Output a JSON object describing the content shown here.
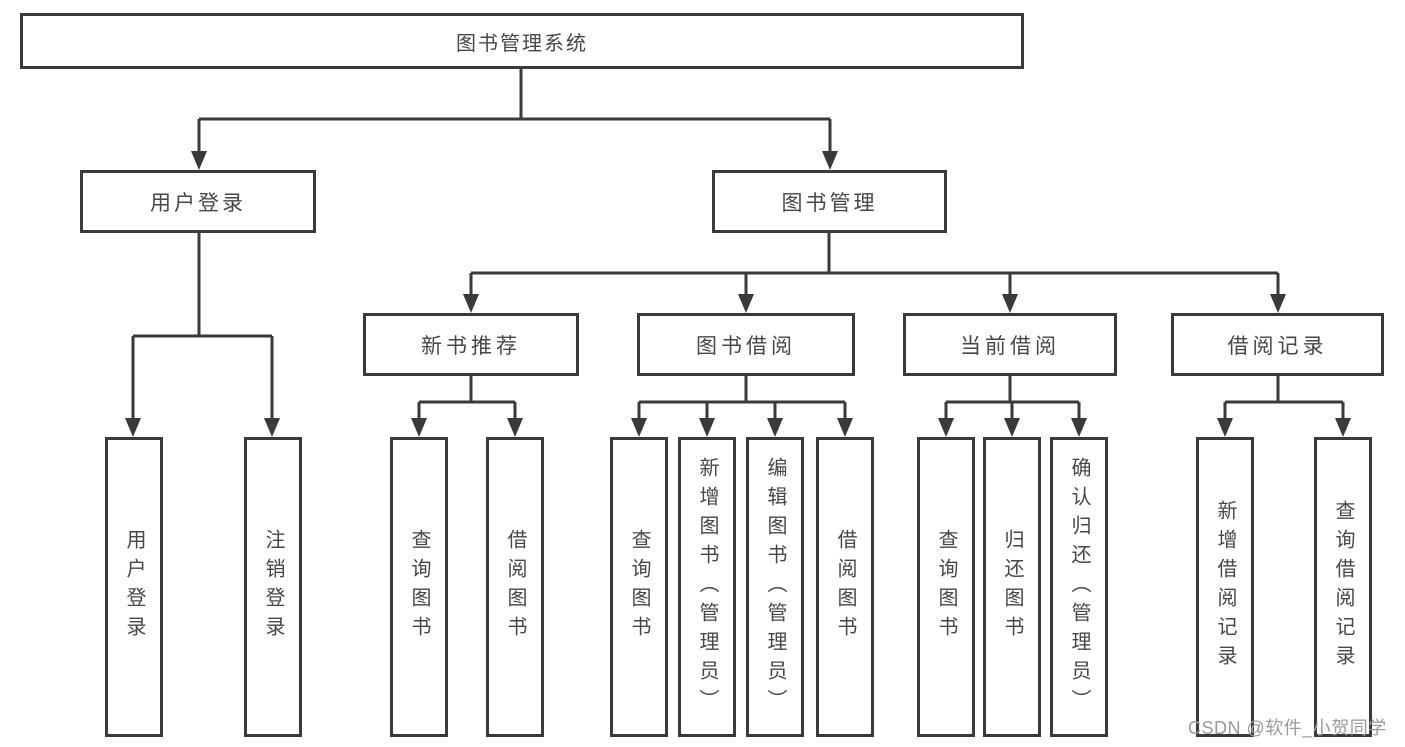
{
  "nodes": {
    "root": "图书管理系统",
    "level2": {
      "user_login": "用户登录",
      "book_mgmt": "图书管理"
    },
    "level3": {
      "new_book": "新书推荐",
      "book_borrow": "图书借阅",
      "current_borrow": "当前借阅",
      "borrow_records": "借阅记录"
    },
    "leaves": {
      "user_login_login": "用户登录",
      "user_login_logout": "注销登录",
      "new_book_query": "查询图书",
      "new_book_borrow": "借阅图书",
      "borrow_query": "查询图书",
      "borrow_add": "新增图书（管理员）",
      "borrow_edit": "编辑图书（管理员）",
      "borrow_borrow": "借阅图书",
      "current_query": "查询图书",
      "current_return": "归还图书",
      "current_confirm": "确认归还（管理员）",
      "records_add": "新增借阅记录",
      "records_query": "查询借阅记录"
    }
  },
  "watermark": "CSDN @软件_小贺同学",
  "colors": {
    "line": "#3a3a3a",
    "text": "#474747",
    "watermark": "#9b9b9b",
    "background": "#ffffff"
  }
}
